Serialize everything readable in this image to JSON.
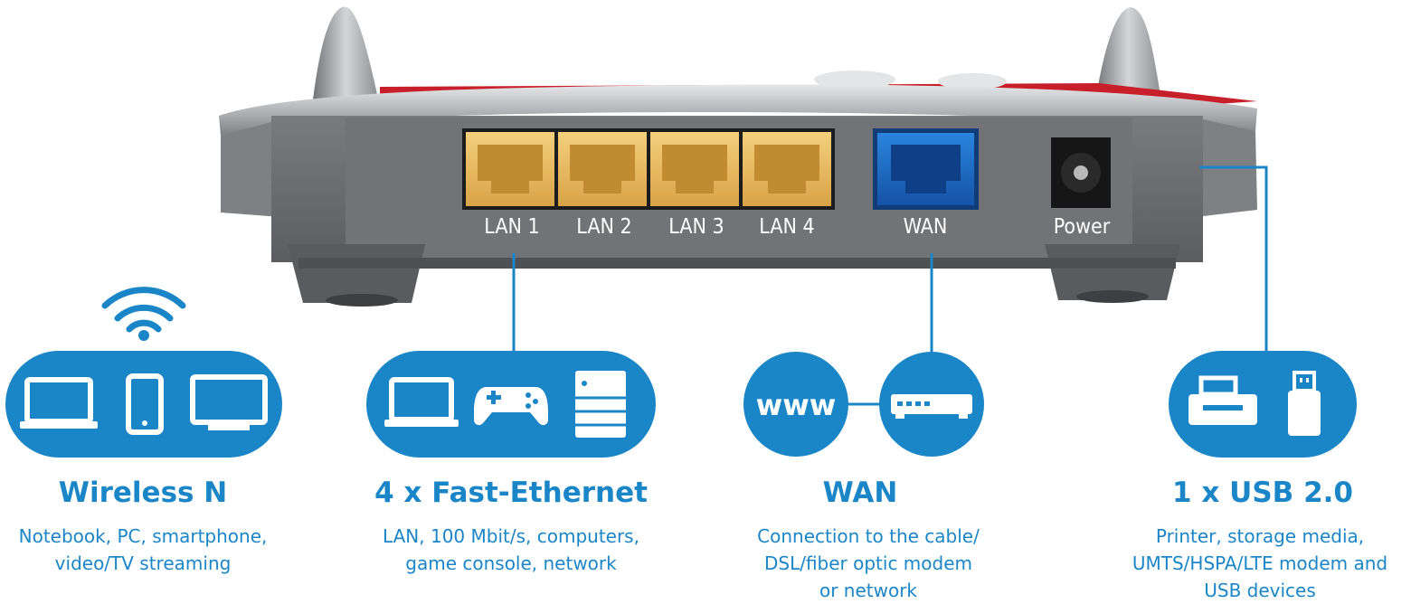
{
  "router": {
    "ports": [
      {
        "label": "LAN 1"
      },
      {
        "label": "LAN 2"
      },
      {
        "label": "LAN 3"
      },
      {
        "label": "LAN 4"
      }
    ],
    "wan_label": "WAN",
    "power_label": "Power"
  },
  "features": [
    {
      "title": "Wireless N",
      "lines": [
        "Notebook, PC, smartphone,",
        "video/TV streaming"
      ]
    },
    {
      "title": "4 x Fast-Ethernet",
      "lines": [
        "LAN, 100 Mbit/s, computers,",
        "game console, network"
      ]
    },
    {
      "title": "WAN",
      "lines": [
        "Connection to the cable/",
        "DSL/fiber optic modem",
        "or network"
      ]
    },
    {
      "title": "1 x USB 2.0",
      "lines": [
        "Printer, storage media,",
        "UMTS/HSPA/LTE modem and",
        "USB devices"
      ]
    }
  ],
  "www_label": "www",
  "colors": {
    "accent": "#1a86c8",
    "lan_port": "#e9b85a",
    "wan_port": "#1f6fc9",
    "router_body": "#6e6f73",
    "router_top": "#b8babd",
    "router_red": "#c8202a"
  }
}
